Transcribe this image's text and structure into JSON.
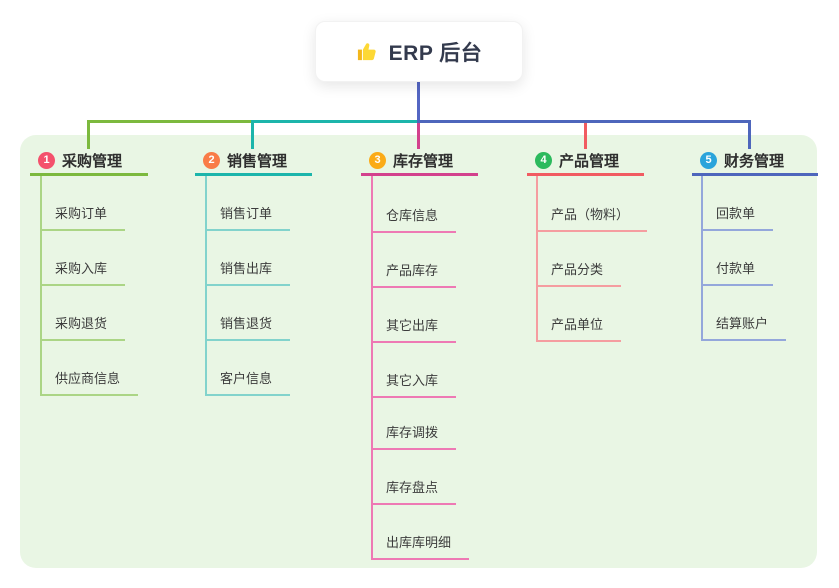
{
  "root": {
    "title": "ERP 后台",
    "icon": "thumbs-up",
    "line_color": "#5466c3"
  },
  "branches": [
    {
      "index": "1",
      "label": "采购管理",
      "badge_color": "#f4516c",
      "line_color": "#7cb93e",
      "line_color_light": "#abd585",
      "items": [
        "采购订单",
        "采购入库",
        "采购退货",
        "供应商信息"
      ]
    },
    {
      "index": "2",
      "label": "销售管理",
      "badge_color": "#f97c48",
      "line_color": "#1cb5ab",
      "line_color_light": "#82d3cc",
      "items": [
        "销售订单",
        "销售出库",
        "销售退货",
        "客户信息"
      ]
    },
    {
      "index": "3",
      "label": "库存管理",
      "badge_color": "#fbab17",
      "line_color": "#d3418d",
      "line_color_light": "#ee79b4",
      "items": [
        "仓库信息",
        "产品库存",
        "其它出库",
        "其它入库",
        "库存调拨",
        "库存盘点",
        "出库库明细"
      ]
    },
    {
      "index": "4",
      "label": "产品管理",
      "badge_color": "#2cba5d",
      "line_color": "#f15b61",
      "line_color_light": "#f59da0",
      "items": [
        "产品（物料）",
        "产品分类",
        "产品单位"
      ]
    },
    {
      "index": "5",
      "label": "财务管理",
      "badge_color": "#2aa4db",
      "line_color": "#4e66bc",
      "line_color_light": "#94a7db",
      "items": [
        "回款单",
        "付款单",
        "结算账户"
      ]
    }
  ],
  "palette": {
    "canvas_bg": "#ffffff",
    "panel_bg": "#e9f6e4",
    "root_title_color": "#333a4d",
    "thumb_icon_color": "#fdd835"
  }
}
